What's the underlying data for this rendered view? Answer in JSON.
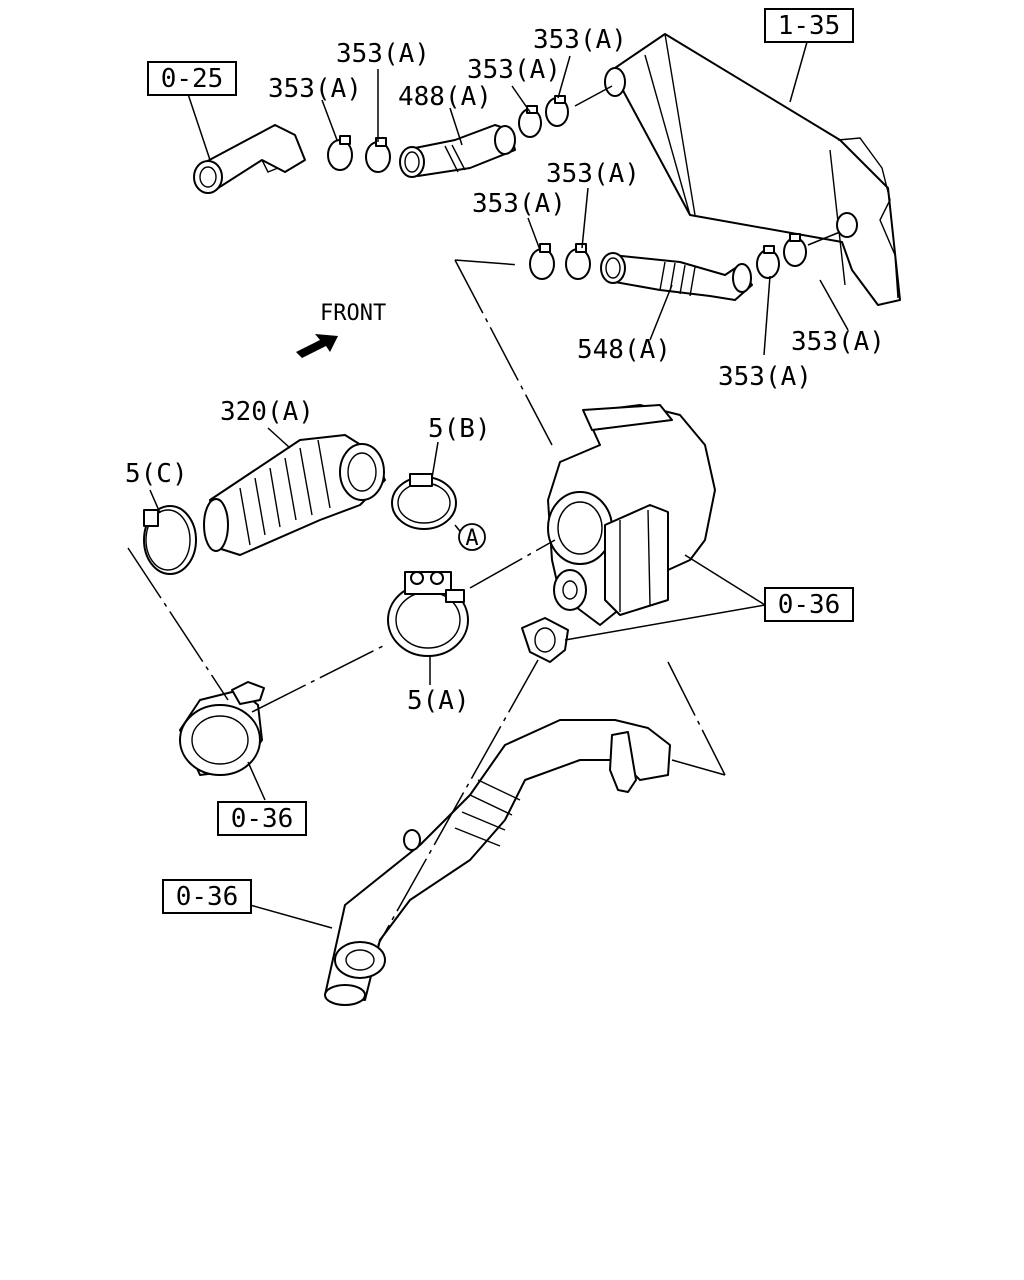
{
  "front_label": "FRONT",
  "callout_circle": "A",
  "ref_boxes": {
    "intercooler": "1-35",
    "inlet_pipe": "0-25",
    "turbo": "0-36",
    "elbow": "0-36",
    "exhaust_pipe": "0-36"
  },
  "parts": {
    "clamp_a_1": "353(A)",
    "clamp_a_2": "353(A)",
    "clamp_a_3": "353(A)",
    "clamp_a_4": "353(A)",
    "clamp_a_5": "353(A)",
    "clamp_a_6": "353(A)",
    "clamp_a_7": "353(A)",
    "clamp_a_8": "353(A)",
    "hose_488": "488(A)",
    "hose_548": "548(A)",
    "hose_320": "320(A)",
    "clamp_5a": "5(A)",
    "clamp_5b": "5(B)",
    "clamp_5c": "5(C)"
  }
}
